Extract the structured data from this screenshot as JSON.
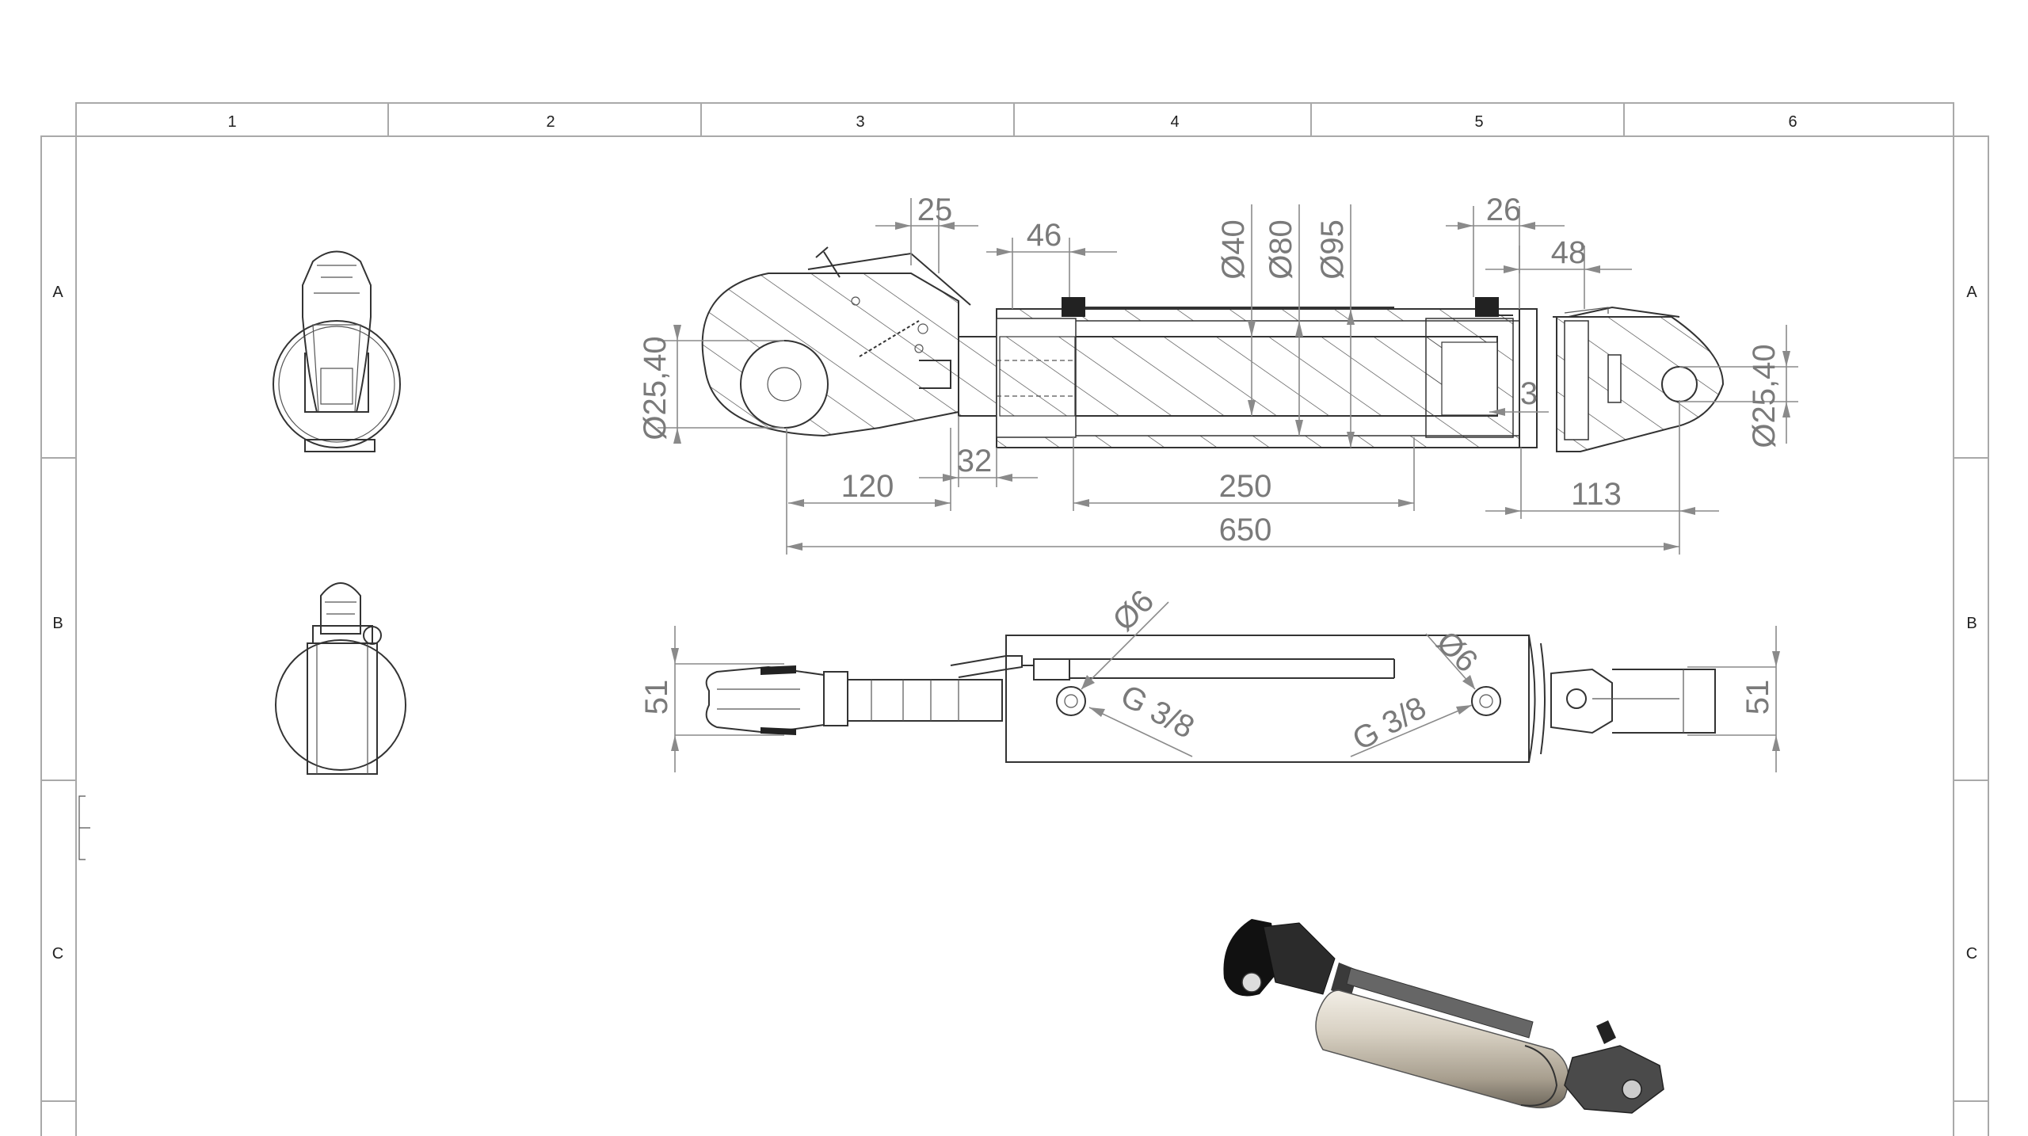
{
  "zones": {
    "columns": [
      "1",
      "2",
      "3",
      "4",
      "5",
      "6"
    ],
    "rows": [
      "A",
      "B",
      "C"
    ]
  },
  "dimensions": {
    "top_25": "25",
    "top_46": "46",
    "dia_40": "Ø40",
    "dia_80": "Ø80",
    "dia_95": "Ø95",
    "top_26": "26",
    "top_48": "48",
    "left_pin_dia": "Ø25,40",
    "right_pin_dia": "Ø25,40",
    "d_32": "32",
    "d_120": "120",
    "d_250": "250",
    "d_3": "3",
    "d_113": "113",
    "d_650": "650",
    "side_left_51": "51",
    "side_right_51": "51",
    "port_left_dia": "Ø6",
    "port_right_dia": "Ø6",
    "port_left_thread": "G 3/8",
    "port_right_thread": "G 3/8"
  }
}
